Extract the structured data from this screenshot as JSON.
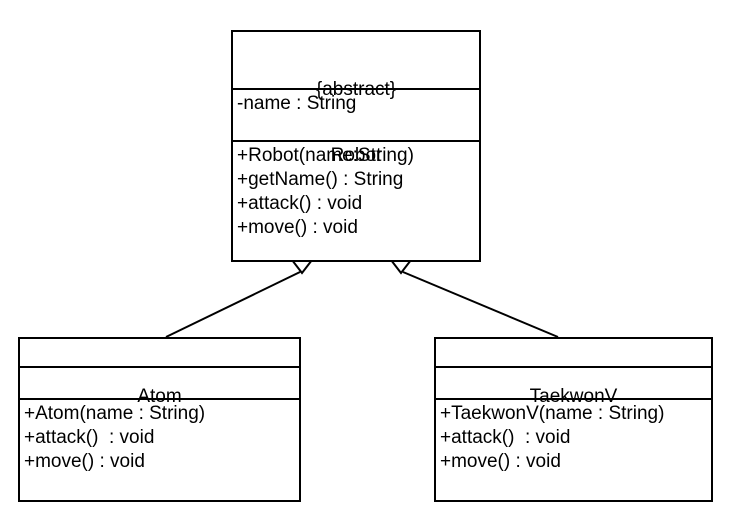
{
  "diagram": {
    "kind": "uml-class-diagram",
    "background_color": "#ffffff",
    "line_color": "#000000",
    "fill_color": "#ffffff"
  },
  "classes": {
    "robot": {
      "stereotype": "{abstract}",
      "name": "Robot",
      "attributes": [
        "-name : String"
      ],
      "methods": [
        "+Robot(name:String)",
        "+getName() : String",
        "+attack() : void",
        "+move() : void"
      ]
    },
    "atom": {
      "stereotype": "",
      "name": "Atom",
      "attributes": [],
      "methods": [
        "+Atom(name : String)",
        "+attack()  : void",
        "+move() : void"
      ]
    },
    "taekwonv": {
      "stereotype": "",
      "name": "TaekwonV",
      "attributes": [],
      "methods": [
        "+TaekwonV(name : String)",
        "+attack()  : void",
        "+move() : void"
      ]
    }
  },
  "relationships": [
    {
      "type": "generalization",
      "source": "atom",
      "target": "robot",
      "arrowhead": "hollow-triangle"
    },
    {
      "type": "generalization",
      "source": "taekwonv",
      "target": "robot",
      "arrowhead": "hollow-triangle"
    }
  ]
}
